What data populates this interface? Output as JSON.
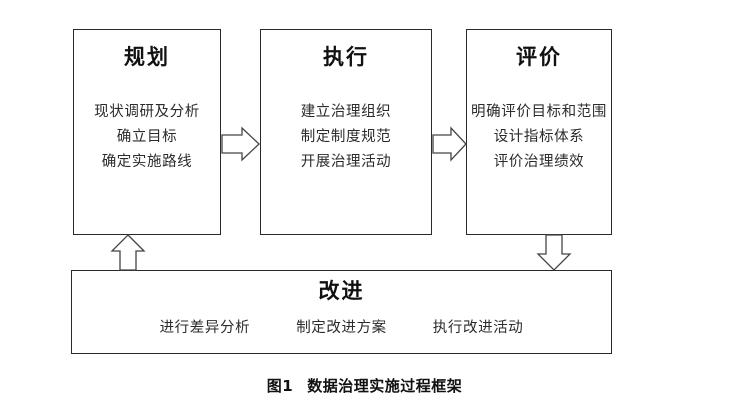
{
  "figure": {
    "caption_label": "图1",
    "caption_text": "数据治理实施过程框架",
    "background_color": "#ffffff",
    "line_color": "#2a2a2a",
    "text_color": "#2b2b2b"
  },
  "boxes": {
    "plan": {
      "title": "规划",
      "items": [
        "现状调研及分析",
        "确立目标",
        "确定实施路线"
      ]
    },
    "execute": {
      "title": "执行",
      "items": [
        "建立治理组织",
        "制定制度规范",
        "开展治理活动"
      ]
    },
    "evaluate": {
      "title": "评价",
      "items": [
        "明确评价目标和范围",
        "设计指标体系",
        "评价治理绩效"
      ]
    },
    "improve": {
      "title": "改进",
      "items": [
        "进行差异分析",
        "制定改进方案",
        "执行改进活动"
      ]
    }
  },
  "arrows": [
    {
      "name": "plan-to-execute",
      "direction": "right"
    },
    {
      "name": "execute-to-evaluate",
      "direction": "right"
    },
    {
      "name": "evaluate-to-improve",
      "direction": "down"
    },
    {
      "name": "improve-to-plan",
      "direction": "up"
    }
  ]
}
